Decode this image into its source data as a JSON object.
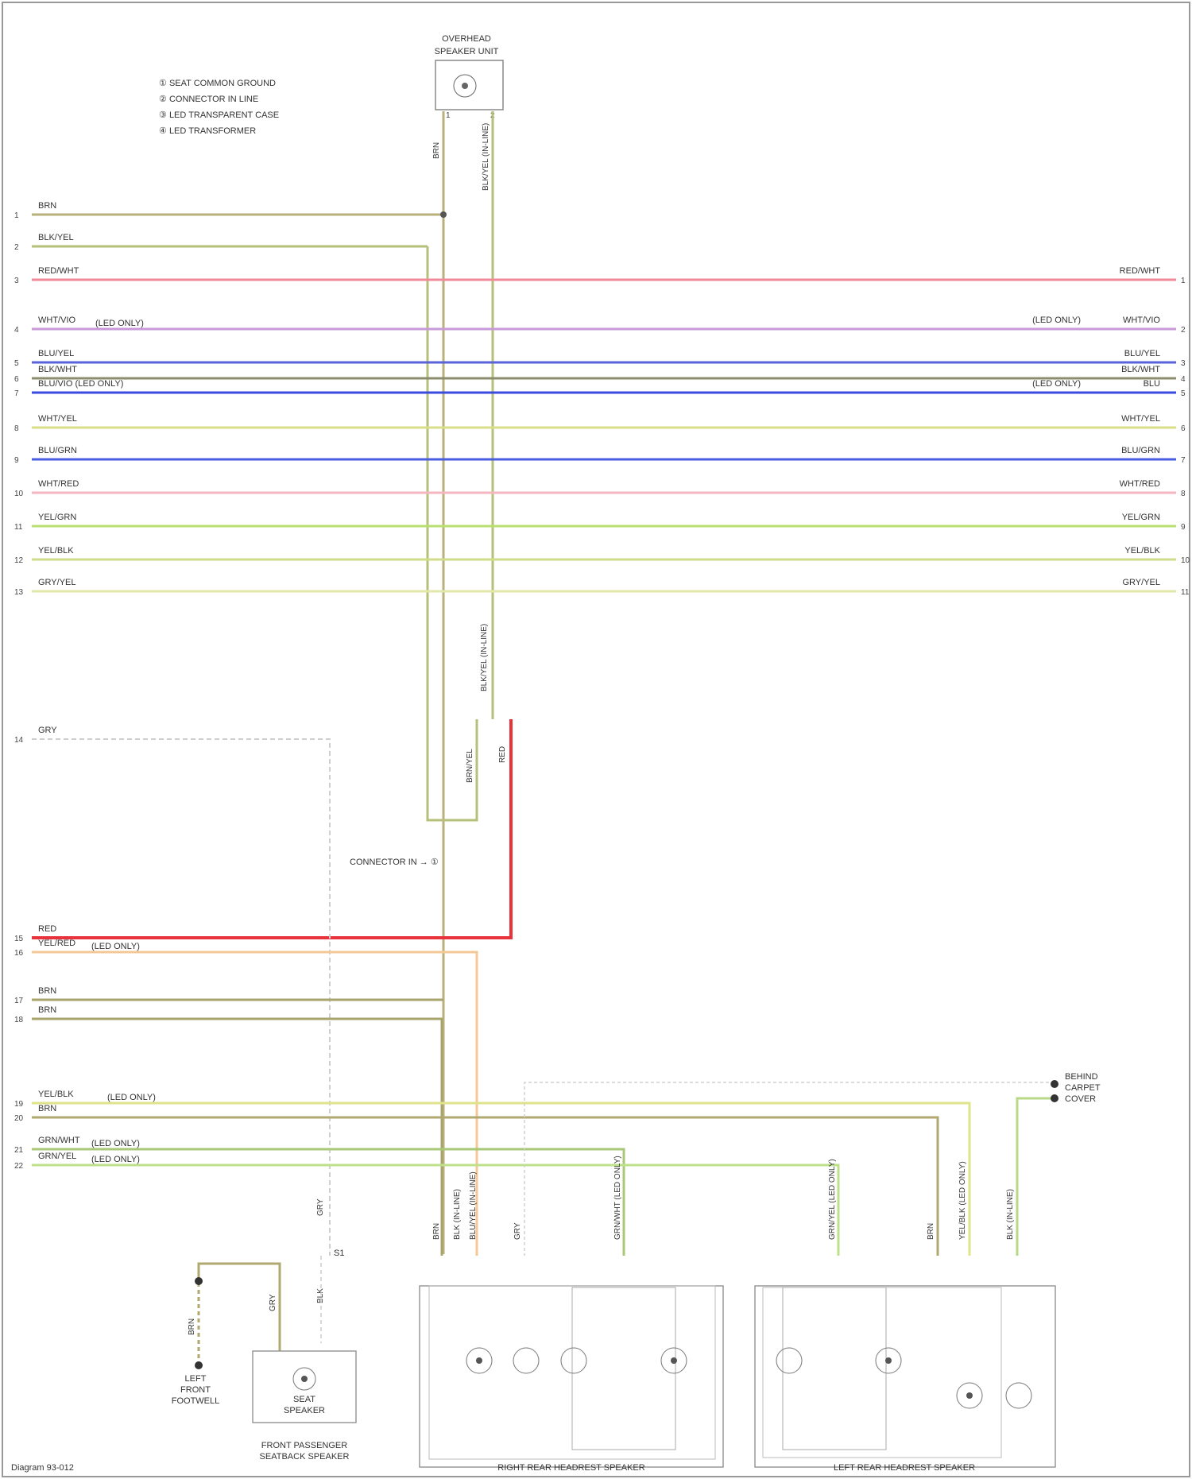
{
  "legend": [
    {
      "symbol": "①",
      "text": "SEAT COMMON GROUND"
    },
    {
      "symbol": "②",
      "text": "CONNECTOR IN LINE"
    },
    {
      "symbol": "③",
      "text": "LED TRANSPARENT CASE"
    },
    {
      "symbol": "④",
      "text": "LED TRANSFORMER"
    }
  ],
  "top_component": {
    "line1": "OVERHEAD",
    "line2": "SPEAKER UNIT",
    "pin_left": "1",
    "pin_right": "2"
  },
  "top_vertical_labels": {
    "left": "BRN",
    "right": "BLK/YEL (IN-LINE)"
  },
  "mid_vertical_labels": {
    "upper": "BLK/YEL (IN-LINE)",
    "lower_left": "BRN/YEL",
    "lower_right": "RED"
  },
  "splice_label": "CONNECTOR IN → ①",
  "wires_full": [
    {
      "pin": "3",
      "left": "RED/WHT",
      "left_note": "",
      "right": "RED/WHT",
      "right_note": "",
      "pin_r": "1",
      "color": "#f08a9a"
    },
    {
      "pin": "4",
      "left": "WHT/VIO",
      "left_note": "(LED ONLY)",
      "right": "WHT/VIO",
      "right_note": "(LED ONLY)",
      "pin_r": "2",
      "color": "#c99ad8"
    },
    {
      "pin": "5",
      "left": "BLU/YEL",
      "left_note": "",
      "right": "BLU/YEL",
      "right_note": "",
      "pin_r": "3",
      "color": "#5a62d8"
    },
    {
      "pin": "6",
      "left": "BLK/WHT",
      "left_note": "",
      "right": "BLK/WHT",
      "right_note": "",
      "pin_r": "4",
      "color": "#8c8c6e"
    },
    {
      "pin": "7",
      "left": "BLU/VIO (LED ONLY)",
      "left_note": "",
      "right": "BLU",
      "right_note": "(LED ONLY)",
      "pin_r": "5",
      "color": "#3b4be0"
    },
    {
      "pin": "8",
      "left": "WHT/YEL",
      "left_note": "",
      "right": "WHT/YEL",
      "right_note": "",
      "pin_r": "6",
      "color": "#d8df88"
    },
    {
      "pin": "9",
      "left": "BLU/GRN",
      "left_note": "",
      "right": "BLU/GRN",
      "right_note": "",
      "pin_r": "7",
      "color": "#4a5ce0"
    },
    {
      "pin": "10",
      "left": "WHT/RED",
      "left_note": "",
      "right": "WHT/RED",
      "right_note": "",
      "pin_r": "8",
      "color": "#f4b6c0"
    },
    {
      "pin": "11",
      "left": "YEL/GRN",
      "left_note": "",
      "right": "YEL/GRN",
      "right_note": "",
      "pin_r": "9",
      "color": "#b8e070"
    },
    {
      "pin": "12",
      "left": "YEL/BLK",
      "left_note": "",
      "right": "YEL/BLK",
      "right_note": "",
      "pin_r": "10",
      "color": "#d0dc8a"
    },
    {
      "pin": "13",
      "left": "GRY/YEL",
      "left_note": "",
      "right": "GRY/YEL",
      "right_note": "",
      "pin_r": "11",
      "color": "#e2e8a8"
    }
  ],
  "wires_top_left": [
    {
      "pin": "1",
      "label": "BRN",
      "color": "#b9b07c"
    },
    {
      "pin": "2",
      "label": "BLK/YEL",
      "color": "#b7c07a"
    }
  ],
  "wires_lower": [
    {
      "pin": "14",
      "label": "GRY",
      "note": "",
      "color": "#d8d8d8"
    },
    {
      "pin": "15",
      "label": "RED",
      "note": "",
      "color": "#e8333d"
    },
    {
      "pin": "16",
      "label": "YEL/RED",
      "note": "(LED ONLY)",
      "color": "#f4c896"
    },
    {
      "pin": "17",
      "label": "BRN",
      "note": "",
      "color": "#a9a46c"
    },
    {
      "pin": "18",
      "label": "BRN",
      "note": "",
      "color": "#a9a46c"
    },
    {
      "pin": "19",
      "label": "YEL/BLK",
      "note": "(LED ONLY)",
      "color": "#dfe38a"
    },
    {
      "pin": "20",
      "label": "BRN",
      "note": "",
      "color": "#b0a870"
    },
    {
      "pin": "21",
      "label": "GRN/WHT",
      "note": "(LED ONLY)",
      "color": "#a8c878"
    },
    {
      "pin": "22",
      "label": "GRN/YEL",
      "note": "(LED ONLY)",
      "color": "#bde08a"
    }
  ],
  "bottom_left_component": {
    "line1": "SEAT",
    "line2": "SPEAKER",
    "caption_line1": "FRONT PASSENGER",
    "caption_line2": "SEATBACK SPEAKER"
  },
  "ground_label": {
    "line1": "LEFT",
    "line2": "FRONT",
    "line3": "FOOTWELL"
  },
  "right_ground_label": {
    "line1": "BEHIND",
    "line2": "CARPET",
    "line3": "COVER"
  },
  "left_speaker_box": {
    "caption": "RIGHT REAR HEADREST SPEAKER"
  },
  "right_speaker_box": {
    "caption": "LEFT REAR HEADREST SPEAKER"
  },
  "box_vertical_labels": {
    "a1": "BRN",
    "a2": "BLK (IN-LINE)",
    "a3": "BLU/YEL (IN-LINE)",
    "a4": "GRY",
    "a5": "GRN/WHT (LED ONLY)",
    "b1": "GRN/YEL (LED ONLY)",
    "b2": "BRN",
    "b3": "YEL/BLK (LED ONLY)",
    "b4": "BLK (IN-LINE)"
  },
  "small_vertical_labels": {
    "gry1": "GRY",
    "gry2": "GRY",
    "brn": "BRN",
    "blk": "BLK"
  },
  "footer": "Diagram 93-012",
  "switch_label": "S1"
}
